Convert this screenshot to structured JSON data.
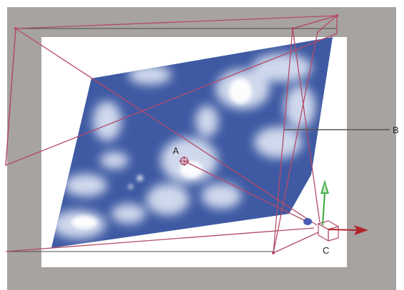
{
  "colors": {
    "pasteboard": "#a7a3a0",
    "comp_frame": "#ffffff",
    "frame_outline": "#4d4d4d",
    "camera_wire": "#b34a67",
    "sky_blue": "#3f5aa3",
    "cloud": "#dfe6f4",
    "callout_line": "#555555",
    "x_axis": "#b2232b",
    "y_axis": "#3aa63a",
    "z_axis": "#4a5ab5",
    "label_text": "#222222"
  },
  "callouts": {
    "a": "A",
    "b": "B",
    "c": "C"
  },
  "icons": {
    "anchor_point": "anchor-point-icon",
    "camera_body": "camera-body-icon",
    "x_axis_arrow": "x-axis-arrow-icon",
    "y_axis_arrow": "y-axis-arrow-icon",
    "z_axis_handle": "z-axis-handle-icon"
  }
}
